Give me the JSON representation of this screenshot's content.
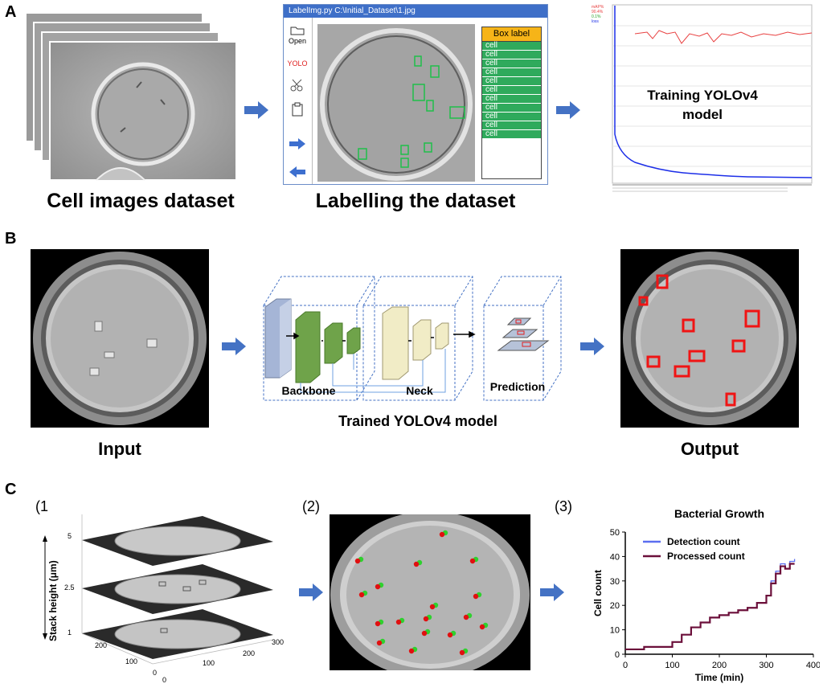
{
  "panelA": {
    "letter": "A",
    "captions": {
      "dataset": "Cell images dataset",
      "labelling": "Labelling the dataset"
    },
    "labelimg": {
      "title": "LabelImg.py C:\\Initial_Dataset\\1.jpg",
      "tools": {
        "open": "Open",
        "yolo": "YOLO"
      },
      "box_label_header": "Box label",
      "box_items": [
        "cell",
        "cell",
        "cell",
        "cell",
        "cell",
        "cell",
        "cell",
        "cell",
        "cell",
        "cell",
        "cell"
      ]
    },
    "training": {
      "label_line1": "Training YOLOv4",
      "label_line2": "model"
    }
  },
  "panelB": {
    "letter": "B",
    "input_caption": "Input",
    "output_caption": "Output",
    "model_caption": "Trained YOLOv4 model",
    "blocks": {
      "backbone": "Backbone",
      "neck": "Neck",
      "prediction": "Prediction"
    }
  },
  "panelC": {
    "letter": "C",
    "sub1": "(1",
    "sub2": "(2)",
    "sub3": "(3)",
    "stack": {
      "ylabel": "Stack height (μm)",
      "z_ticks": [
        "5",
        "2.5",
        "1"
      ],
      "x_ticks": [
        "0",
        "100",
        "200",
        "300"
      ],
      "y_ticks": [
        "0",
        "100",
        "200"
      ]
    },
    "growth_title": "Bacterial Growth",
    "colors": {
      "detection": "#5b6ef0",
      "processed": "#6b0f3a"
    }
  },
  "chart_data": {
    "type": "line",
    "title": "Bacterial Growth",
    "xlabel": "Time (min)",
    "ylabel": "Cell count",
    "xlim": [
      0,
      400
    ],
    "ylim": [
      0,
      50
    ],
    "x_ticks": [
      0,
      100,
      200,
      300,
      400
    ],
    "y_ticks": [
      0,
      10,
      20,
      30,
      40,
      50
    ],
    "legend": "top-left",
    "series": [
      {
        "name": "Detection count",
        "x": [
          0,
          20,
          40,
          60,
          80,
          100,
          120,
          140,
          160,
          180,
          200,
          220,
          240,
          260,
          280,
          300,
          310,
          320,
          330,
          340,
          350,
          360
        ],
        "values": [
          2,
          2,
          3,
          3,
          3,
          5,
          8,
          11,
          13,
          15,
          16,
          17,
          18,
          19,
          21,
          24,
          30,
          34,
          37,
          35,
          38,
          39
        ]
      },
      {
        "name": "Processed count",
        "x": [
          0,
          20,
          40,
          60,
          80,
          100,
          120,
          140,
          160,
          180,
          200,
          220,
          240,
          260,
          280,
          300,
          310,
          320,
          330,
          340,
          350,
          360
        ],
        "values": [
          2,
          2,
          3,
          3,
          3,
          5,
          8,
          11,
          13,
          15,
          16,
          17,
          18,
          19,
          21,
          24,
          29,
          33,
          36,
          35,
          37,
          37
        ]
      }
    ]
  }
}
